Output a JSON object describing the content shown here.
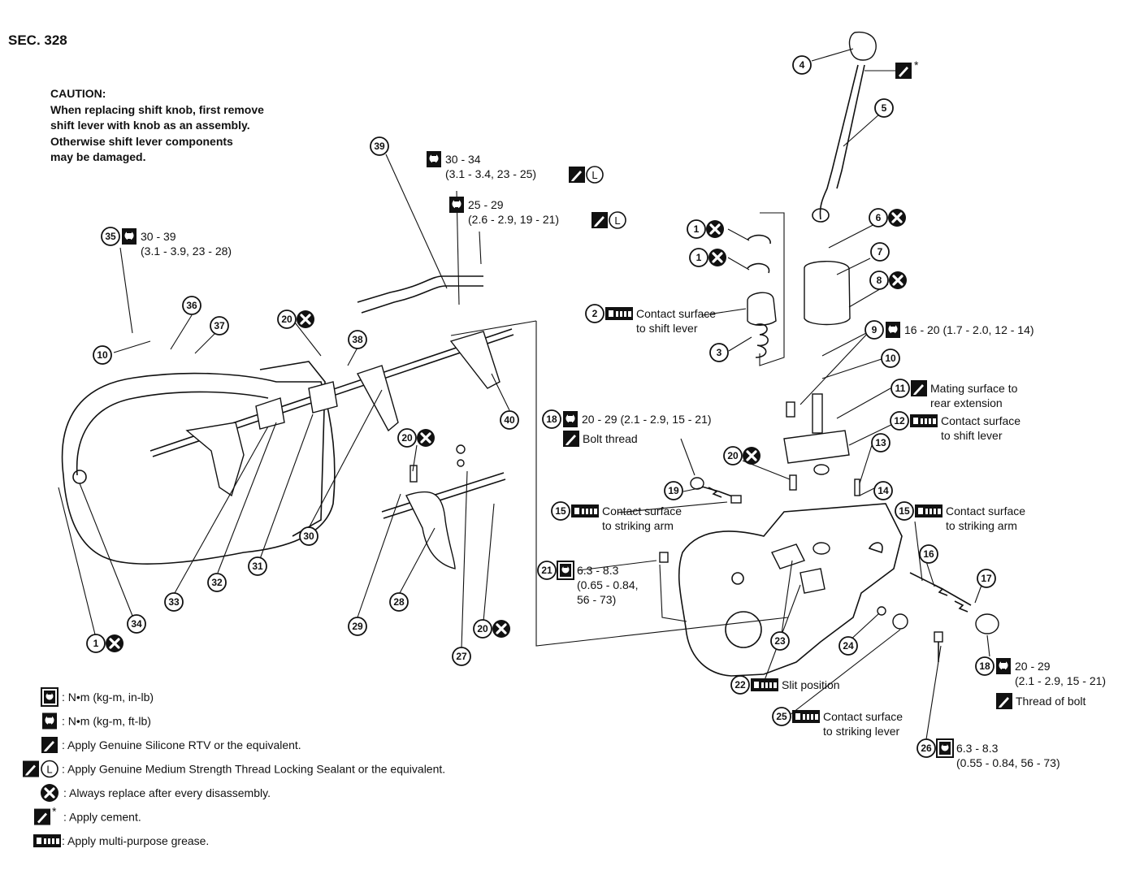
{
  "header": {
    "section": "SEC. 328"
  },
  "caution": {
    "title": "CAUTION:",
    "lines": [
      "When replacing shift knob, first remove",
      "shift lever with knob as an assembly.",
      "Otherwise shift lever components",
      "may be damaged."
    ]
  },
  "callouts": [
    {
      "id": "c4",
      "num": "4",
      "badges": [],
      "text": []
    },
    {
      "id": "c5",
      "num": "5",
      "badges": [],
      "text": []
    },
    {
      "id": "c1a",
      "num": "1",
      "badges": [
        "x"
      ],
      "text": []
    },
    {
      "id": "c6",
      "num": "6",
      "badges": [
        "x"
      ],
      "text": []
    },
    {
      "id": "c1b",
      "num": "1",
      "badges": [
        "x"
      ],
      "text": []
    },
    {
      "id": "c7",
      "num": "7",
      "badges": [],
      "text": []
    },
    {
      "id": "c8",
      "num": "8",
      "badges": [
        "x"
      ],
      "text": []
    },
    {
      "id": "c2",
      "num": "2",
      "badges": [
        "grease"
      ],
      "text": [
        "Contact surface",
        "to shift lever"
      ]
    },
    {
      "id": "c3",
      "num": "3",
      "badges": [],
      "text": []
    },
    {
      "id": "c9",
      "num": "9",
      "badges": [
        "torque-ft"
      ],
      "text": [
        "16 - 20 (1.7 - 2.0, 12 - 14)"
      ]
    },
    {
      "id": "c10r",
      "num": "10",
      "badges": [],
      "text": []
    },
    {
      "id": "c11",
      "num": "11",
      "badges": [
        "rtv"
      ],
      "text": [
        "Mating surface to",
        "rear extension"
      ]
    },
    {
      "id": "c12",
      "num": "12",
      "badges": [
        "grease"
      ],
      "text": [
        "Contact surface",
        "to shift lever"
      ]
    },
    {
      "id": "c13",
      "num": "13",
      "badges": [],
      "text": []
    },
    {
      "id": "c14",
      "num": "14",
      "badges": [],
      "text": []
    },
    {
      "id": "c15r",
      "num": "15",
      "badges": [
        "grease"
      ],
      "text": [
        "Contact surface",
        "to striking arm"
      ]
    },
    {
      "id": "c16",
      "num": "16",
      "badges": [],
      "text": []
    },
    {
      "id": "c17",
      "num": "17",
      "badges": [],
      "text": []
    },
    {
      "id": "c18a",
      "num": "18",
      "badges": [
        "torque-ft"
      ],
      "text": [
        "20 - 29 (2.1 - 2.9, 15 - 21)"
      ]
    },
    {
      "id": "c18a2",
      "num": "",
      "badges": [
        "rtv"
      ],
      "text": [
        "Bolt thread"
      ]
    },
    {
      "id": "c19",
      "num": "19",
      "badges": [],
      "text": []
    },
    {
      "id": "c15l",
      "num": "15",
      "badges": [
        "grease"
      ],
      "text": [
        "Contact surface",
        "to striking arm"
      ]
    },
    {
      "id": "c20c",
      "num": "20",
      "badges": [
        "x"
      ],
      "text": []
    },
    {
      "id": "c21",
      "num": "21",
      "badges": [
        "torque-in"
      ],
      "text": [
        "6.3 - 8.3",
        "(0.65 - 0.84,",
        "56 - 73)"
      ]
    },
    {
      "id": "c22",
      "num": "22",
      "badges": [
        "grease"
      ],
      "text": [
        "Slit position"
      ]
    },
    {
      "id": "c23",
      "num": "23",
      "badges": [],
      "text": []
    },
    {
      "id": "c24",
      "num": "24",
      "badges": [],
      "text": []
    },
    {
      "id": "c25",
      "num": "25",
      "badges": [
        "grease"
      ],
      "text": [
        "Contact surface",
        "to striking lever"
      ]
    },
    {
      "id": "c26",
      "num": "26",
      "badges": [
        "torque-in"
      ],
      "text": [
        "6.3 - 8.3",
        "(0.55 - 0.84, 56 - 73)"
      ]
    },
    {
      "id": "c18b",
      "num": "18",
      "badges": [
        "torque-ft"
      ],
      "text": [
        "20 - 29",
        "(2.1 - 2.9, 15 - 21)"
      ]
    },
    {
      "id": "c18b2",
      "num": "",
      "badges": [
        "rtv"
      ],
      "text": [
        "Thread of bolt"
      ]
    },
    {
      "id": "c39",
      "num": "39",
      "badges": [],
      "text": []
    },
    {
      "id": "c3034",
      "num": "",
      "badges": [
        "torque-ft"
      ],
      "text": [
        "30 - 34",
        "(3.1 - 3.4, 23 - 25)"
      ],
      "tail": [
        "rtv",
        "lock"
      ]
    },
    {
      "id": "c2529",
      "num": "",
      "badges": [
        "torque-ft"
      ],
      "text": [
        "25 - 29",
        "(2.6 - 2.9, 19 - 21)"
      ],
      "tail": [
        "rtv",
        "lock"
      ]
    },
    {
      "id": "c35",
      "num": "35",
      "badges": [
        "torque-ft"
      ],
      "text": [
        "30 - 39",
        "(3.1 - 3.9, 23 - 28)"
      ]
    },
    {
      "id": "c36",
      "num": "36",
      "badges": [],
      "text": []
    },
    {
      "id": "c37",
      "num": "37",
      "badges": [],
      "text": []
    },
    {
      "id": "c10l",
      "num": "10",
      "badges": [],
      "text": []
    },
    {
      "id": "c20a",
      "num": "20",
      "badges": [
        "x"
      ],
      "text": []
    },
    {
      "id": "c38",
      "num": "38",
      "badges": [],
      "text": []
    },
    {
      "id": "c40",
      "num": "40",
      "badges": [],
      "text": []
    },
    {
      "id": "c20b",
      "num": "20",
      "badges": [
        "x"
      ],
      "text": []
    },
    {
      "id": "c30",
      "num": "30",
      "badges": [],
      "text": []
    },
    {
      "id": "c31",
      "num": "31",
      "badges": [],
      "text": []
    },
    {
      "id": "c32",
      "num": "32",
      "badges": [],
      "text": []
    },
    {
      "id": "c33",
      "num": "33",
      "badges": [],
      "text": []
    },
    {
      "id": "c34",
      "num": "34",
      "badges": [],
      "text": []
    },
    {
      "id": "c1c",
      "num": "1",
      "badges": [
        "x"
      ],
      "text": []
    },
    {
      "id": "c29",
      "num": "29",
      "badges": [],
      "text": []
    },
    {
      "id": "c28",
      "num": "28",
      "badges": [],
      "text": []
    },
    {
      "id": "c27",
      "num": "27",
      "badges": [],
      "text": []
    },
    {
      "id": "c20d",
      "num": "20",
      "badges": [
        "x"
      ],
      "text": []
    },
    {
      "id": "c4star",
      "num": "",
      "badges": [
        "cement"
      ],
      "text": []
    }
  ],
  "legend": [
    {
      "icon": "torque-in",
      "text": ": N•m (kg-m, in-lb)"
    },
    {
      "icon": "torque-ft",
      "text": ": N•m (kg-m, ft-lb)"
    },
    {
      "icon": "rtv",
      "text": ": Apply Genuine Silicone RTV or the equivalent."
    },
    {
      "icon": "rtv-lock",
      "text": ": Apply Genuine Medium Strength Thread Locking Sealant or the equivalent."
    },
    {
      "icon": "x",
      "text": ": Always replace after every disassembly."
    },
    {
      "icon": "cement",
      "text": ": Apply cement."
    },
    {
      "icon": "grease",
      "text": ": Apply multi-purpose grease."
    }
  ],
  "symbols": {
    "lock": "L",
    "star": "*"
  }
}
